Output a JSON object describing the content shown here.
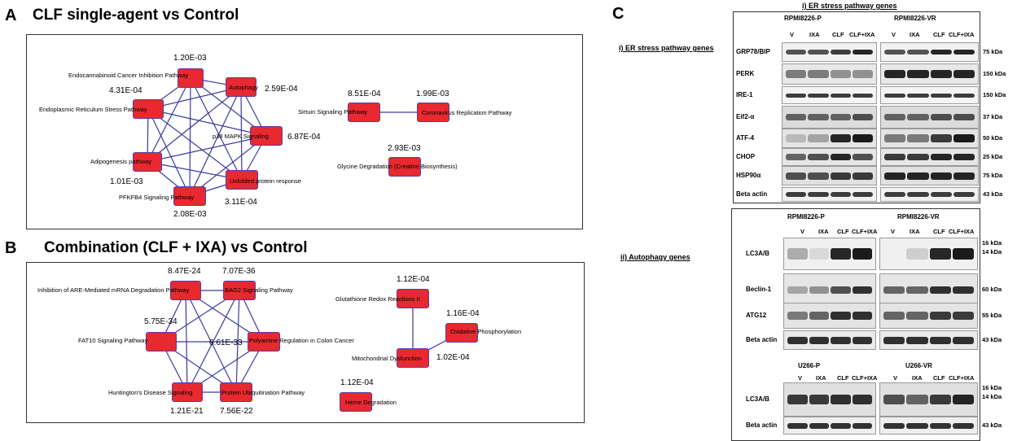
{
  "panelA": {
    "letter": "A",
    "title": "CLF single-agent vs Control",
    "nodes": [
      {
        "label": "Endocannabinoid Cancer Inhibition Pathway",
        "pval": "1.20E-03"
      },
      {
        "label": "Autophagy",
        "pval": "2.59E-04"
      },
      {
        "label": "Endoplasmic Reticulum Stress Pathway",
        "pval": "4.31E-04"
      },
      {
        "label": "p38 MAPK Signaling",
        "pval": "6.87E-04"
      },
      {
        "label": "Adipogenesis pathway",
        "pval": "1.01E-03"
      },
      {
        "label": "Unfolded protein response",
        "pval": "3.11E-04"
      },
      {
        "label": "PFKFB4 Signaling Pathway",
        "pval": "2.08E-03"
      },
      {
        "label": "Sirtuin Signaling Pathway",
        "pval": "8.51E-04"
      },
      {
        "label": "Coronavirus Replication Pathway",
        "pval": "1.99E-03"
      },
      {
        "label": "Glycine Degradation (Creatine Biosynthesis)",
        "pval": "2.93E-03"
      }
    ]
  },
  "panelB": {
    "letter": "B",
    "title": "Combination (CLF + IXA) vs Control",
    "nodes": [
      {
        "label": "Inhibition of ARE-Mediated mRNA Degradation Pathway",
        "pval": "8.47E-24"
      },
      {
        "label": "BAG2 Signaling Pathway",
        "pval": "7.07E-36"
      },
      {
        "label": "FAT10 Signaling Pathway",
        "pval": "5.75E-34"
      },
      {
        "label": "Polyamine Regulation in Colon Cancer",
        "pval": "6.61E-33"
      },
      {
        "label": "Huntington's Disease Signaling",
        "pval": "1.21E-21"
      },
      {
        "label": "Protein Ubiquitination Pathway",
        "pval": "7.56E-22"
      },
      {
        "label": "Glutathione Redox Reactions II",
        "pval": "1.12E-04"
      },
      {
        "label": "Oxidative Phosphorylation",
        "pval": "1.16E-04"
      },
      {
        "label": "Mitochondrial Dysfunction",
        "pval": "1.02E-04"
      },
      {
        "label": "Heme Degradation",
        "pval": "1.12E-04"
      }
    ]
  },
  "panelC": {
    "letter": "C",
    "header": "i) ER stress pathway genes",
    "section1": "i) ER stress pathway genes",
    "section2": "ii) Autophagy genes",
    "lanes": [
      "V",
      "IXA",
      "CLF",
      "CLF+IXA"
    ],
    "er": {
      "cells": [
        "RPMI8226-P",
        "RPMI8226-VR"
      ],
      "rows": [
        {
          "name": "GRP78/BIP",
          "kda": "75 kDa"
        },
        {
          "name": "PERK",
          "kda": "150 kDa"
        },
        {
          "name": "IRE-1",
          "kda": "150 kDa"
        },
        {
          "name": "Eif2-α",
          "kda": "37 kDa"
        },
        {
          "name": "ATF-4",
          "kda": "50 kDa"
        },
        {
          "name": "CHOP",
          "kda": "25 kDa"
        },
        {
          "name": "HSP90α",
          "kda": "75 kDa"
        },
        {
          "name": "Beta actin",
          "kda": "43 kDa"
        }
      ]
    },
    "auto": {
      "cells": [
        "RPMI8226-P",
        "RPMI8226-VR"
      ],
      "rows": [
        {
          "name": "LC3A/B",
          "kda": "16 kDa",
          "kda2": "14 kDa"
        },
        {
          "name": "Beclin-1",
          "kda": "60 kDa"
        },
        {
          "name": "ATG12",
          "kda": "55 kDa"
        },
        {
          "name": "Beta actin",
          "kda": "43 kDa"
        }
      ]
    },
    "u266": {
      "cells": [
        "U266-P",
        "U266-VR"
      ],
      "rows": [
        {
          "name": "LC3A/B",
          "kda": "16 kDa",
          "kda2": "14 kDa"
        },
        {
          "name": "Beta actin",
          "kda": "43 kDa"
        }
      ]
    }
  },
  "colors": {
    "node_fill": "#e8292f",
    "node_border": "#5a3aa8",
    "edge": "#3a3aa0"
  }
}
